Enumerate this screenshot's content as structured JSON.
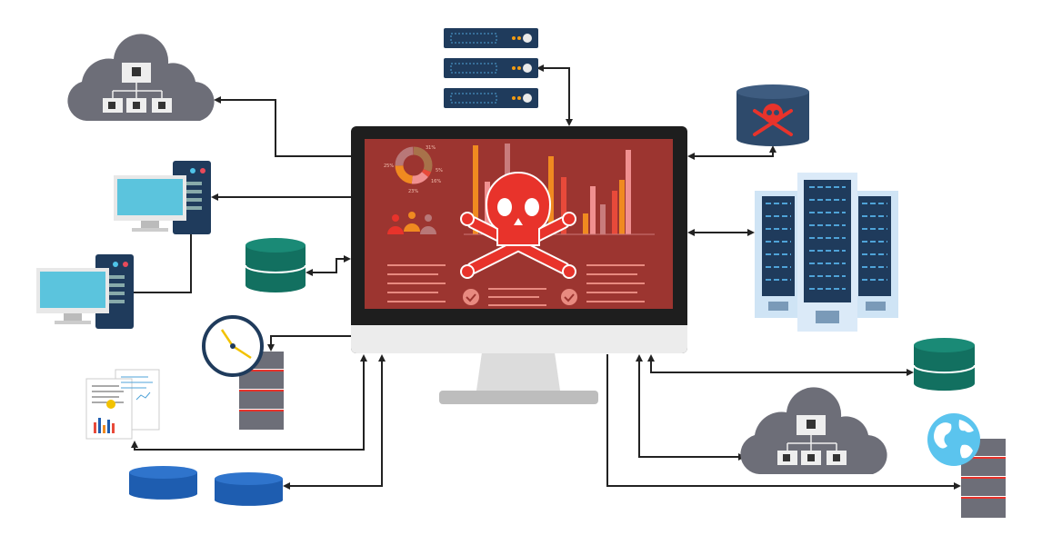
{
  "donut": {
    "labels": [
      "31%",
      "25%",
      "5%",
      "16%",
      "23%"
    ],
    "colors": [
      "#a8724a",
      "#b87878",
      "#e84a3a",
      "#f09090",
      "#f08a20"
    ]
  },
  "colors": {
    "screen": "#9c3530",
    "skull": "#e8332b",
    "server_navy": "#1f3b5c",
    "database_green": "#127060",
    "database_blue": "#1e5db0",
    "cloud_gray": "#6d6e78"
  }
}
